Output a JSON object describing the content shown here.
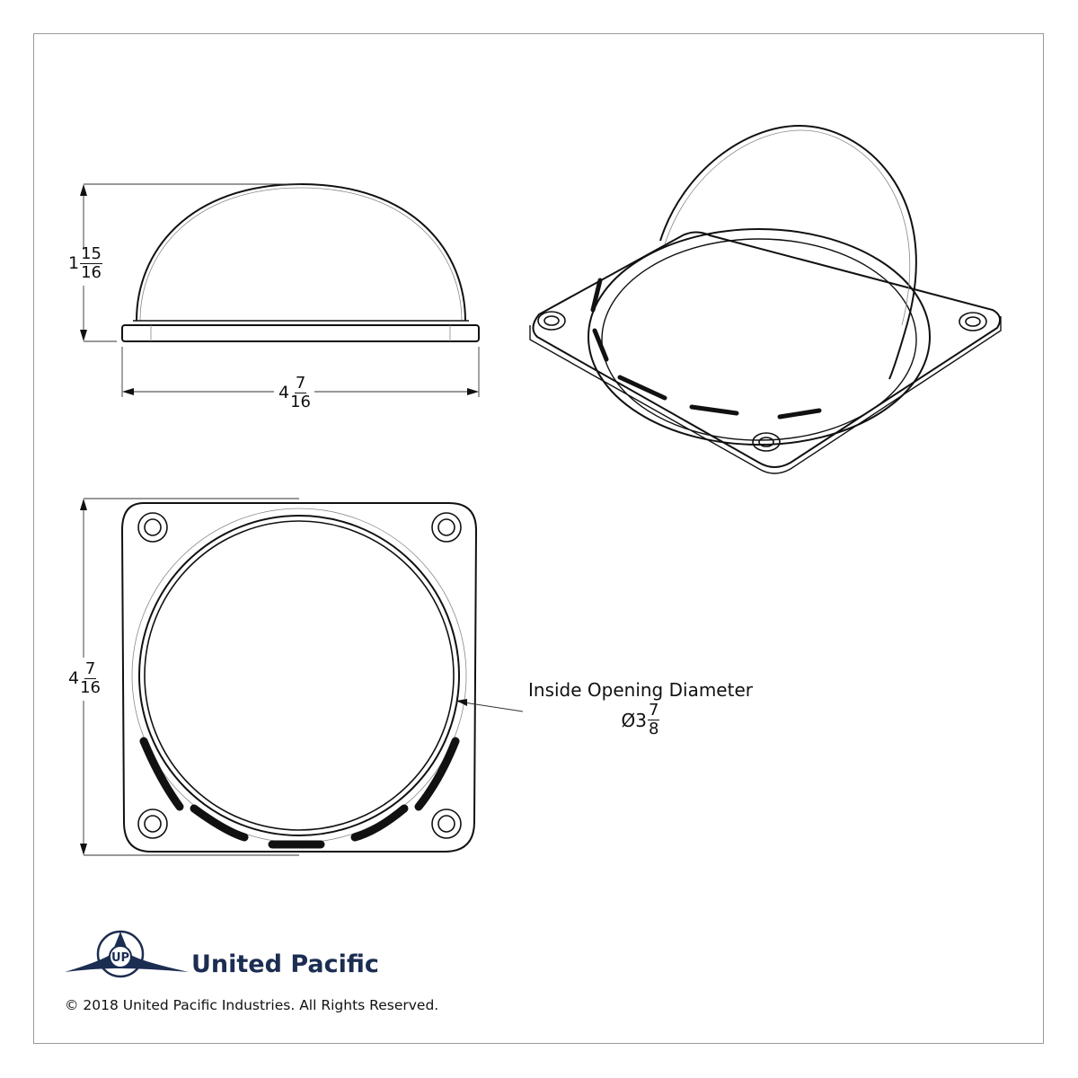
{
  "drawing": {
    "side_view": {
      "height_dimension": {
        "whole": "1",
        "numerator": "15",
        "denominator": "16"
      },
      "width_dimension": {
        "whole": "4",
        "numerator": "7",
        "denominator": "16"
      }
    },
    "top_view": {
      "height_dimension": {
        "whole": "4",
        "numerator": "7",
        "denominator": "16"
      },
      "callout": {
        "title": "Inside Opening Diameter",
        "symbol": "Ø",
        "whole": "3",
        "numerator": "7",
        "denominator": "8"
      }
    },
    "isometric_view": {}
  },
  "footer": {
    "brand_name": "United Pacific",
    "logo_icon": "united-pacific-logo-icon",
    "copyright": "© 2018 United Pacific Industries. All Rights Reserved."
  },
  "colors": {
    "line": "#111111",
    "frame": "#9a9a9a",
    "brand": "#1c2d52"
  }
}
